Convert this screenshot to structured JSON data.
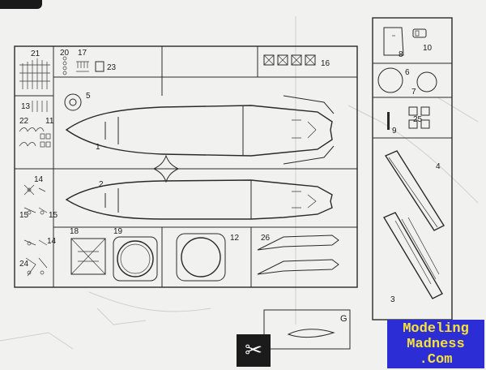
{
  "sheet": {
    "part_numbers": {
      "p1": "1",
      "p2": "2",
      "p3": "3",
      "p4": "4",
      "p5": "5",
      "p6": "6",
      "p7": "7",
      "p8": "8",
      "p9": "9",
      "p10": "10",
      "p11": "11",
      "p12": "12",
      "p13": "13",
      "p14a": "14",
      "p14b": "14",
      "p15a": "15",
      "p15b": "15",
      "p16": "16",
      "p17": "17",
      "p18": "18",
      "p19": "19",
      "p20": "20",
      "p21": "21",
      "p22": "22",
      "p23": "23",
      "p24": "24",
      "p25": "25",
      "p26": "26"
    },
    "sprue_letter": "G"
  },
  "watermark": {
    "line1": "Modeling",
    "line2": "Madness",
    "line3": ".Com"
  },
  "icons": {
    "scissors": "scissors-icon"
  }
}
